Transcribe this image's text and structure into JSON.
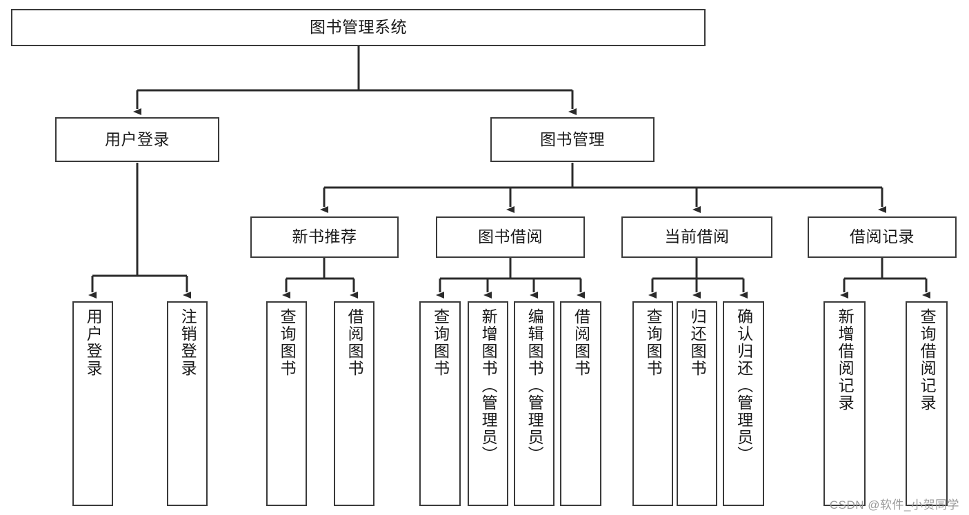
{
  "diagram": {
    "title": "图书管理系统",
    "watermark": "CSDN @软件_小贺同学",
    "colors": {
      "box_border": "#3a3a3a",
      "box_fill": "#ffffff",
      "connector": "#2b2b2b",
      "text": "#1a1a1a",
      "watermark": "#9a9a9a"
    },
    "levels": {
      "root": {
        "label": "图书管理系统"
      },
      "level2": [
        {
          "id": "user-login",
          "label": "用户登录"
        },
        {
          "id": "book-management",
          "label": "图书管理"
        }
      ],
      "level3": [
        {
          "id": "new-book-recommend",
          "label": "新书推荐"
        },
        {
          "id": "book-borrow",
          "label": "图书借阅"
        },
        {
          "id": "current-borrow",
          "label": "当前借阅"
        },
        {
          "id": "borrow-record",
          "label": "借阅记录"
        }
      ],
      "leaves": {
        "user_login": [
          {
            "id": "leaf-user-login",
            "label": "用户登录"
          },
          {
            "id": "leaf-logout-login",
            "label": "注销登录"
          }
        ],
        "new_book_recommend": [
          {
            "id": "leaf-query-book-1",
            "label": "查询图书"
          },
          {
            "id": "leaf-borrow-book-1",
            "label": "借阅图书"
          }
        ],
        "book_borrow": [
          {
            "id": "leaf-query-book-2",
            "label": "查询图书"
          },
          {
            "id": "leaf-add-book",
            "label": "新增图书（管理员）"
          },
          {
            "id": "leaf-edit-book",
            "label": "编辑图书（管理员）"
          },
          {
            "id": "leaf-borrow-book-2",
            "label": "借阅图书"
          }
        ],
        "current_borrow": [
          {
            "id": "leaf-query-book-3",
            "label": "查询图书"
          },
          {
            "id": "leaf-return-book",
            "label": "归还图书"
          },
          {
            "id": "leaf-confirm-return",
            "label": "确认归还（管理员）"
          }
        ],
        "borrow_record": [
          {
            "id": "leaf-add-borrow-record",
            "label": "新增借阅记录"
          },
          {
            "id": "leaf-query-borrow-record",
            "label": "查询借阅记录"
          }
        ]
      }
    }
  }
}
